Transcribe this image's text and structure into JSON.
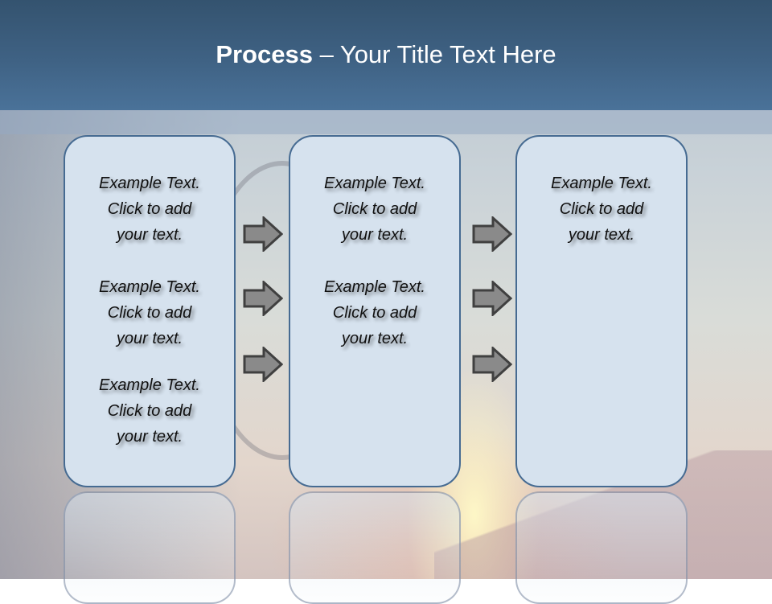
{
  "slide": {
    "title_bold": "Process",
    "title_rest": " – Your Title Text Here"
  },
  "colors": {
    "header": "#3f6284",
    "box_fill": "#d6e2ee",
    "box_border": "#466b92",
    "arrow_fill": "#8a8a8a",
    "arrow_border": "#404040"
  },
  "columns": [
    {
      "items": [
        {
          "l1": "Example Text.",
          "l2": "Click  to add",
          "l3": "your text."
        },
        {
          "l1": "Example Text.",
          "l2": "Click  to add",
          "l3": "your text."
        },
        {
          "l1": "Example Text.",
          "l2": "Click  to add",
          "l3": "your text."
        }
      ]
    },
    {
      "items": [
        {
          "l1": "Example Text.",
          "l2": "Click  to add",
          "l3": "your text."
        },
        {
          "l1": "Example Text.",
          "l2": "Click  to add",
          "l3": "your text."
        }
      ]
    },
    {
      "items": [
        {
          "l1": "Example Text.",
          "l2": "Click  to add",
          "l3": "your text."
        }
      ]
    }
  ],
  "arrows": {
    "icon": "right-block-arrow",
    "groups": [
      {
        "between": "column-1-to-2",
        "count": 3
      },
      {
        "between": "column-2-to-3",
        "count": 3
      }
    ]
  }
}
